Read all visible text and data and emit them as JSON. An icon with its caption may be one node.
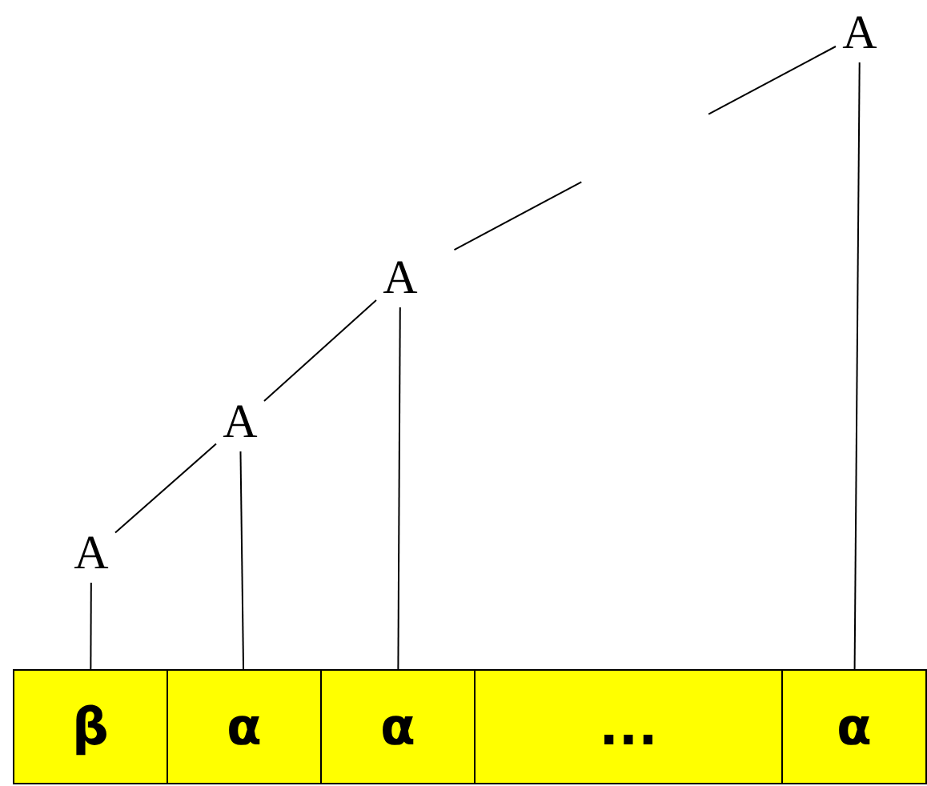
{
  "diagram": {
    "nodes": [
      {
        "text": [
          "A"
        ]
      },
      {
        "text": [
          "A"
        ]
      },
      {
        "text": [
          "A"
        ]
      },
      {
        "text": [
          "A"
        ]
      },
      {
        "text": [
          "β"
        ]
      },
      {
        "text": [
          "α"
        ]
      },
      {
        "text": [
          "α"
        ]
      },
      {
        "text": [
          "..."
        ]
      },
      {
        "text": [
          "α"
        ]
      }
    ],
    "edges": [
      {
        "from": 0,
        "to": 1,
        "arrow": "none",
        "style": "dashed"
      },
      {
        "from": 1,
        "to": 2,
        "arrow": "none"
      },
      {
        "from": 2,
        "to": 3,
        "arrow": "none"
      },
      {
        "from": 3,
        "to": 4,
        "arrow": "none"
      },
      {
        "from": 2,
        "to": 5,
        "arrow": "none"
      },
      {
        "from": 1,
        "to": 6,
        "arrow": "none"
      },
      {
        "from": 0,
        "to": 8,
        "arrow": "none"
      }
    ]
  }
}
